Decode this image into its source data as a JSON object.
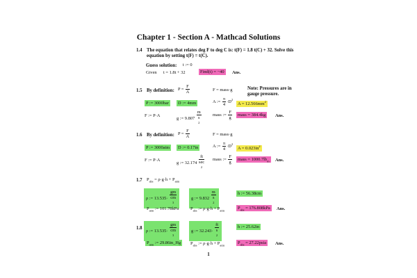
{
  "title": "Chapter 1 - Section A - Mathcad Solutions",
  "p14": {
    "num": "1.4",
    "text1": "The equation that relates deg F to deg C is: t(F) = 1.8 t(C) + 32.  Solve this",
    "text2": "equation by setting t(F) = t(C).",
    "guess_label": "Guess solution:",
    "guess_value": "t := 0",
    "given_label": "Given",
    "given_eq": "t = 1.8t + 32",
    "result": "Find(t) = −40",
    "ans": "Ans."
  },
  "p15": {
    "num": "1.5",
    "label": "By definition:",
    "p_def": "P =",
    "p_num": "F",
    "p_den": "A",
    "f_def": "F = mass·g",
    "note1": "Note: Pressures are in",
    "note2": "gauge pressure.",
    "P_val": "P := 3000bar",
    "D_val": "D := 4mm",
    "A_lhs": "A :=",
    "A_num": "π",
    "A_den": "4",
    "A_rest": "·D",
    "A_sup": "2",
    "A_res": "A = 12.566mm",
    "A_res_sup": "2",
    "F_eq": "F := P·A",
    "g_lhs": "g := 9.807",
    "g_num": "m",
    "g_den": "s",
    "g_den_sup": "2",
    "mass_lhs": "mass :=",
    "mass_num": "F",
    "mass_den": "g",
    "mass_res": "mass = 384.4kg",
    "ans": "Ans."
  },
  "p16": {
    "num": "1.6",
    "label": "By definition:",
    "p_def": "P =",
    "p_num": "F",
    "p_den": "A",
    "f_def": "F = mass·g",
    "P_val": "P := 3000atm",
    "D_val": "D := 0.17in",
    "A_lhs": "A :=",
    "A_num": "π",
    "A_den": "4",
    "A_rest": "·D",
    "A_sup": "2",
    "A_res": "A = 0.023in",
    "A_res_sup": "2",
    "F_eq": "F := P·A",
    "g_lhs": "g := 32.174",
    "g_num": "ft",
    "g_den": "sec",
    "g_den_sup": "2",
    "mass_lhs": "mass :=",
    "mass_num": "F",
    "mass_den": "g",
    "mass_res": "mass = 1000.7lb",
    "mass_res_sub": "m",
    "ans": "Ans."
  },
  "p17": {
    "num": "1.7",
    "eq_P": "P",
    "eq_sub1": "abs",
    "eq_mid": " = ρ·g·h + P",
    "eq_sub2": "atm",
    "rho_lhs": "ρ := 13.535·",
    "rho_num": "gm",
    "rho_den": "cm",
    "rho_den_sup": "3",
    "g_lhs": "g := 9.832",
    "g_num": "m",
    "g_den": "s",
    "g_den_sup": "2",
    "h_val": "h := 56.38cm",
    "patm_P": "P",
    "patm_sub": "atm",
    "patm_rest": " := 101.78kPa",
    "pabs_P": "P",
    "pabs_sub": "abs",
    "pabs_rest": " := ρ·g·h + P",
    "pabs_sub2": "atm",
    "res_P": "P",
    "res_sub": "abs",
    "res_rest": " = 176.808kPa",
    "ans": "Ans."
  },
  "p18": {
    "num": "1.8",
    "rho_lhs": "ρ := 13.535·",
    "rho_num": "gm",
    "rho_den": "cm",
    "rho_den_sup": "3",
    "g_lhs": "g := 32.243·",
    "g_num": "ft",
    "g_den": "s",
    "g_den_sup": "2",
    "h_val": "h := 25.62in",
    "patm_P": "P",
    "patm_sub": "atm",
    "patm_rest": " := 29.86in_Hg",
    "pabs_P": "P",
    "pabs_sub": "abs",
    "pabs_rest": " := ρ·g·h + P",
    "pabs_sub2": "atm",
    "res_P": "P",
    "res_sub": "abs",
    "res_rest": " = 27.22psia",
    "ans": "Ans."
  },
  "page_number": "1"
}
